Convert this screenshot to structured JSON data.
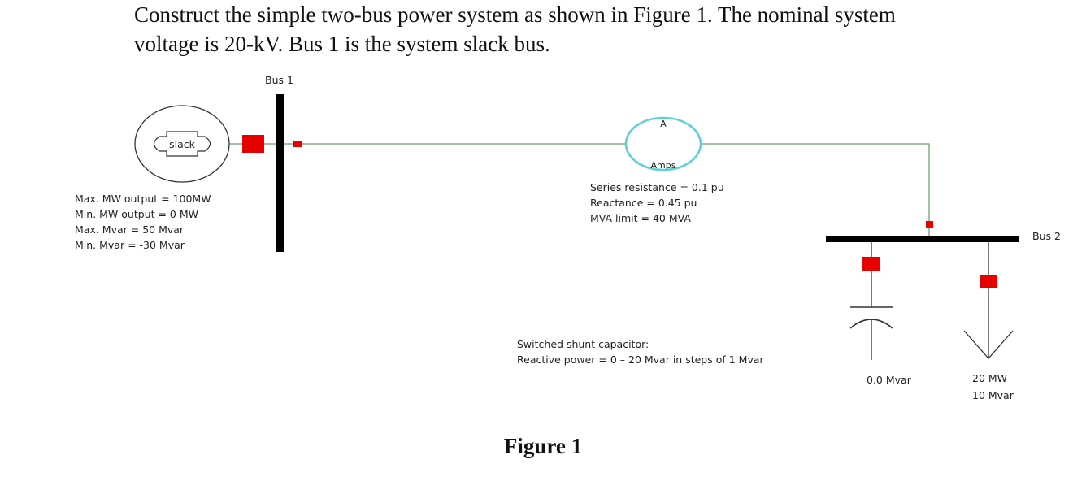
{
  "problem": {
    "line1": "Construct the simple two-bus power system as shown in Figure 1. The nominal system",
    "line2": "voltage is 20-kV. Bus 1 is the system slack bus."
  },
  "figure_caption": "Figure 1",
  "buses": {
    "bus1": "Bus 1",
    "bus2": "Bus 2"
  },
  "generator": {
    "label": "slack",
    "specs": [
      "Max. MW output = 100MW",
      "Min. MW output = 0 MW",
      "Max. Mvar = 50 Mvar",
      "Min. Mvar = -30 Mvar"
    ]
  },
  "line": {
    "meter_letter": "A",
    "meter_unit": "Amps",
    "specs": [
      "Series resistance = 0.1 pu",
      "Reactance = 0.45 pu",
      "MVA limit = 40 MVA"
    ]
  },
  "capacitor": {
    "description": [
      "Switched shunt capacitor:",
      "Reactive power = 0 – 20 Mvar in steps of 1 Mvar"
    ],
    "value": "0.0 Mvar"
  },
  "load": {
    "mw": "20 MW",
    "mvar": "10 Mvar"
  },
  "colors": {
    "bus": "#000000",
    "breaker": "#e60000",
    "line": "#6a9a6a",
    "meter": "#5ed0da"
  }
}
